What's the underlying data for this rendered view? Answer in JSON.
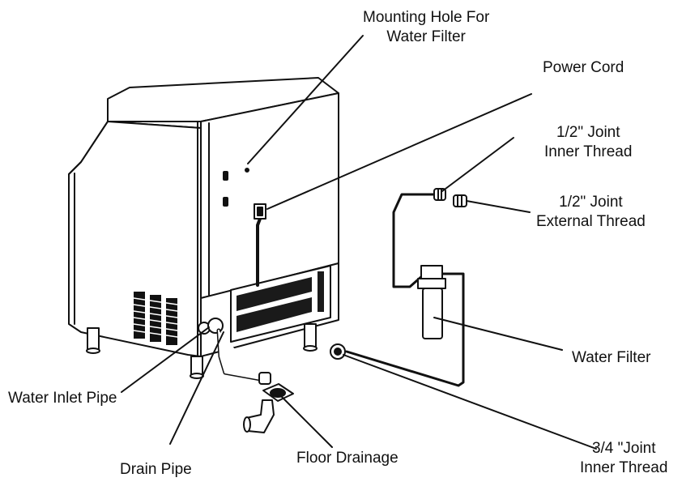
{
  "labels": {
    "mounting_hole": [
      "Mounting Hole For",
      "Water Filter"
    ],
    "power_cord": "Power Cord",
    "joint_half_inner": [
      "1/2\" Joint",
      "Inner Thread"
    ],
    "joint_half_external": [
      "1/2\" Joint",
      "External Thread"
    ],
    "water_filter": "Water Filter",
    "joint_three_quarter_inner": [
      "3/4 \"Joint",
      "Inner Thread"
    ],
    "water_inlet_pipe": "Water Inlet Pipe",
    "drain_pipe": "Drain Pipe",
    "floor_drainage": "Floor Drainage"
  },
  "colors": {
    "line": "#111111",
    "fill": "#ffffff",
    "shade": "#1a1a1a"
  }
}
